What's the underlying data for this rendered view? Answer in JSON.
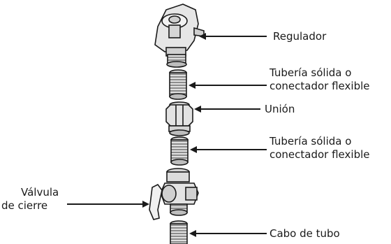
{
  "labels": {
    "regulador": "Regulador",
    "tuberia_1_line1": "Tubería sólida o",
    "tuberia_1_line2": "conectador flexible",
    "union": "Unión",
    "tuberia_2_line1": "Tubería sólida o",
    "tuberia_2_line2": "conectador flexible",
    "valvula_line1": "Válvula",
    "valvula_line2": "de cierre",
    "cabo": "Cabo de tubo"
  },
  "colors": {
    "ink": "#1a1a1a",
    "metal": "#d9d9d9",
    "metal_dark": "#8c8c8c",
    "background": "#ffffff"
  }
}
